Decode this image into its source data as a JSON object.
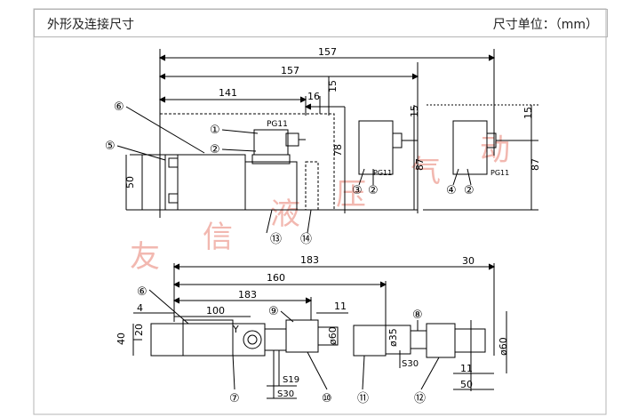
{
  "header": {
    "title": "外形及连接尺寸",
    "unit_label": "尺寸单位：（mm）"
  },
  "watermark": [
    "友",
    "信",
    "液",
    "压",
    "气",
    "动"
  ],
  "top_view": {
    "dims": {
      "overall_157_a": "157",
      "overall_157_b": "157",
      "len_141": "141",
      "len_16": "16",
      "v15_top": "15",
      "v15_mid": "15",
      "v15_right": "15",
      "h50": "50",
      "h78": "78",
      "h87_a": "87",
      "h87_b": "87"
    },
    "labels": {
      "pg_main": "PG11",
      "pg_mid": "PG11",
      "pg_right": "PG11",
      "callouts": [
        "①",
        "②",
        "⑤",
        "⑥",
        "⑬",
        "⑭",
        "③",
        "②",
        "④",
        "②"
      ]
    }
  },
  "bottom_view": {
    "dims": {
      "len_183_top": "183",
      "len_160": "160",
      "len_183_mid": "183",
      "len_4": "4",
      "len_100": "100",
      "len_11_a": "11",
      "len_30": "30",
      "h40": "40",
      "h20": "20",
      "dia60_a": "ø60",
      "dia35": "ø35",
      "dia60_b": "ø60",
      "len_11_b": "11",
      "len_50": "50"
    },
    "labels": {
      "y_port": "Y",
      "s19": "S19",
      "s30_a": "S30",
      "s30_b": "S30",
      "callouts": [
        "⑥",
        "⑨",
        "⑦",
        "⑩",
        "⑪",
        "⑧",
        "⑫"
      ]
    }
  }
}
